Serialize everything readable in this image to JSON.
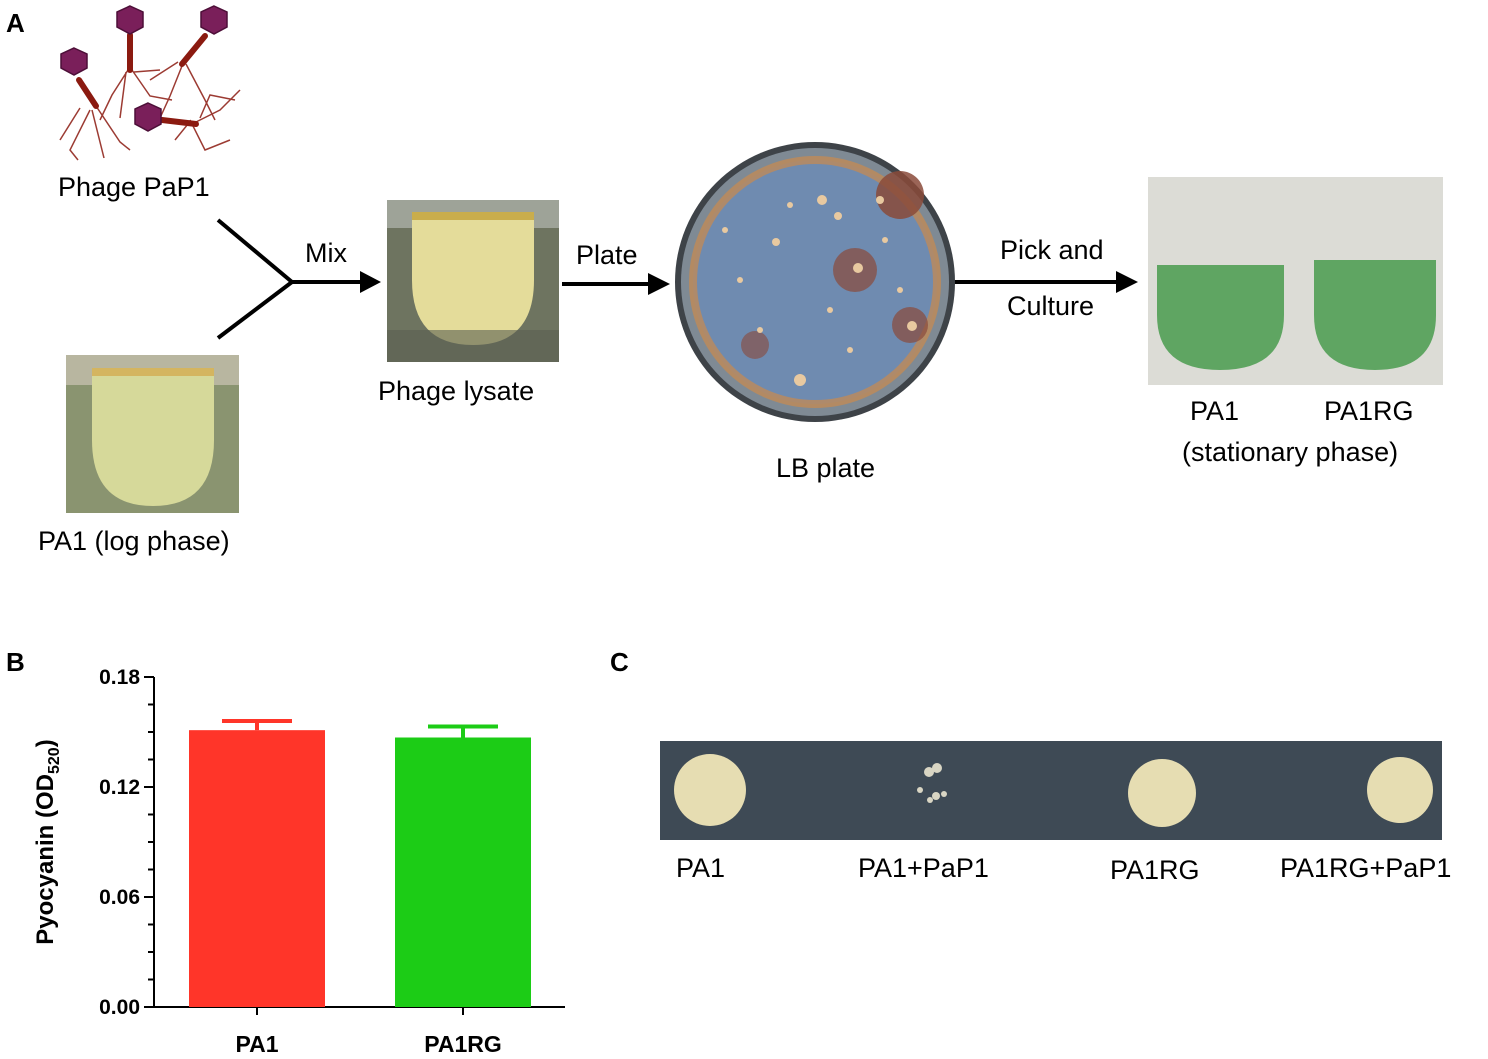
{
  "panels": {
    "a": {
      "letter": "A",
      "phage_label": "Phage PaP1",
      "culture_label": "PA1 (log phase)",
      "mix_label": "Mix",
      "lysate_label": "Phage lysate",
      "plate_step_label": "Plate",
      "plate_label": "LB plate",
      "pick_label_1": "Pick and",
      "pick_label_2": "Culture",
      "tube1_label": "PA1",
      "tube2_label": "PA1RG",
      "tubes_caption": "(stationary phase)"
    },
    "b": {
      "letter": "B"
    },
    "c": {
      "letter": "C",
      "spots": [
        "PA1",
        "PA1+PaP1",
        "PA1RG",
        "PA1RG+PaP1"
      ]
    }
  },
  "colors": {
    "bar_pa1": "#ff3529",
    "bar_pa1rg": "#1ccc16",
    "phage_head": "#7a1f5a",
    "phage_tail": "#8b1a10"
  },
  "chart_data": {
    "type": "bar",
    "categories": [
      "PA1",
      "PA1RG"
    ],
    "values": [
      0.151,
      0.147
    ],
    "errors": [
      0.005,
      0.006
    ],
    "ylabel_main": "Pyocyanin (OD",
    "ylabel_sub": "520",
    "ylabel_close": ")",
    "ylim": [
      0,
      0.18
    ],
    "yticks": [
      "0.00",
      "0.06",
      "0.12",
      "0.18"
    ]
  }
}
